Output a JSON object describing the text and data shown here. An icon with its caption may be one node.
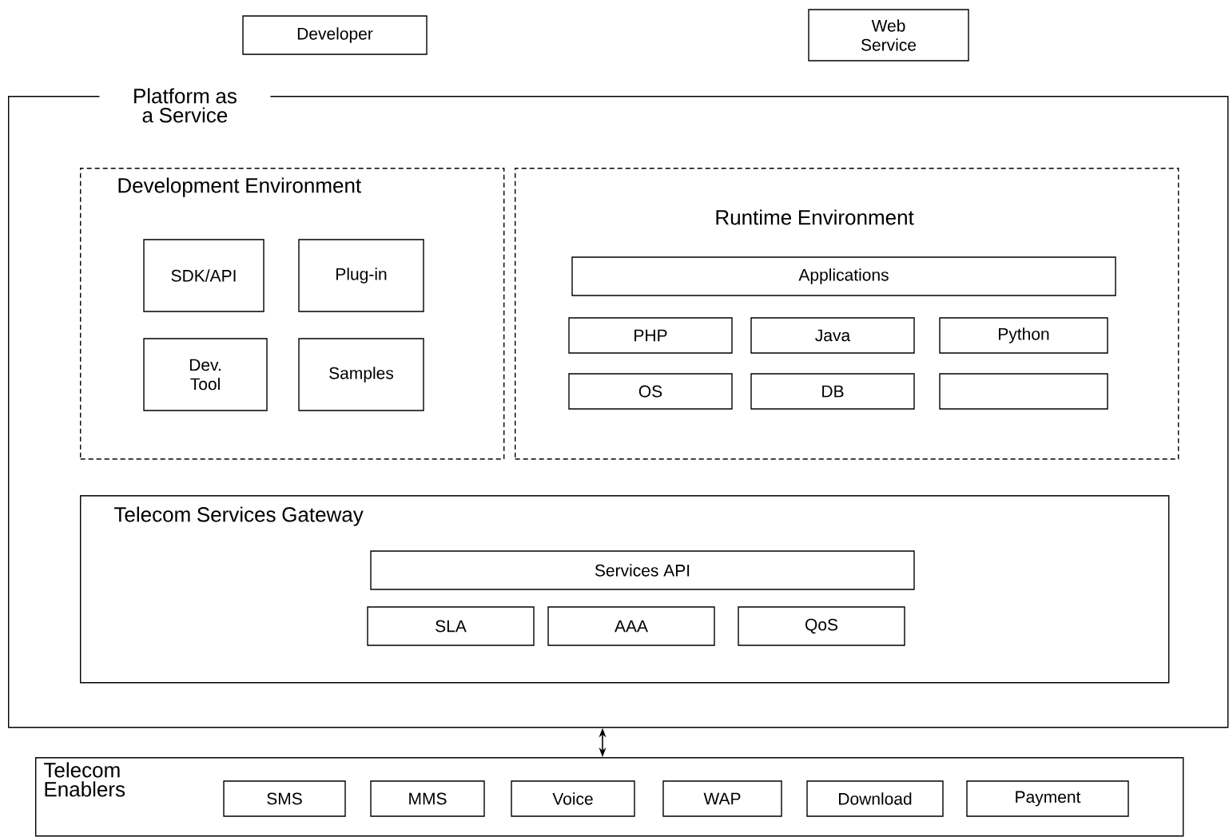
{
  "diagram": {
    "nodes": [
      {
        "text": [
          "Developer"
        ]
      },
      {
        "text": [
          "Web Service"
        ]
      },
      {
        "text": [
          "Platform as a Service"
        ]
      },
      {
        "text": [
          "Development Environment"
        ],
        "in": 2
      },
      {
        "text": [
          "SDK/API"
        ],
        "in": 3
      },
      {
        "text": [
          "Plug-in"
        ],
        "in": 3
      },
      {
        "text": [
          "Dev. Tool"
        ],
        "in": 3
      },
      {
        "text": [
          "Samples"
        ],
        "in": 3
      },
      {
        "text": [
          "Runtime Environment"
        ],
        "in": 2
      },
      {
        "text": [
          "Applications"
        ],
        "in": 8
      },
      {
        "text": [
          "PHP"
        ],
        "in": 8
      },
      {
        "text": [
          "Java"
        ],
        "in": 8
      },
      {
        "text": [
          "Python"
        ],
        "in": 8
      },
      {
        "text": [
          "OS"
        ],
        "in": 8
      },
      {
        "text": [
          "DB"
        ],
        "in": 8
      },
      {
        "text": [],
        "shape": "box",
        "in": 8
      },
      {
        "text": [
          "Telecom Services Gateway"
        ],
        "in": 2
      },
      {
        "text": [
          "Services API"
        ],
        "in": 16
      },
      {
        "text": [
          "SLA"
        ],
        "in": 16
      },
      {
        "text": [
          "AAA"
        ],
        "in": 16
      },
      {
        "text": [
          "QoS"
        ],
        "in": 16
      },
      {
        "text": [
          "Telecom Enablers"
        ]
      },
      {
        "text": [
          "SMS"
        ],
        "in": 21
      },
      {
        "text": [
          "MMS"
        ],
        "in": 21
      },
      {
        "text": [
          "Voice"
        ],
        "in": 21
      },
      {
        "text": [
          "WAP"
        ],
        "in": 21
      },
      {
        "text": [
          "Download"
        ],
        "in": 21
      },
      {
        "text": [
          "Payment"
        ],
        "in": 21
      }
    ],
    "edges": [
      {
        "from": 2,
        "to": 21,
        "arrow": "both"
      }
    ]
  }
}
